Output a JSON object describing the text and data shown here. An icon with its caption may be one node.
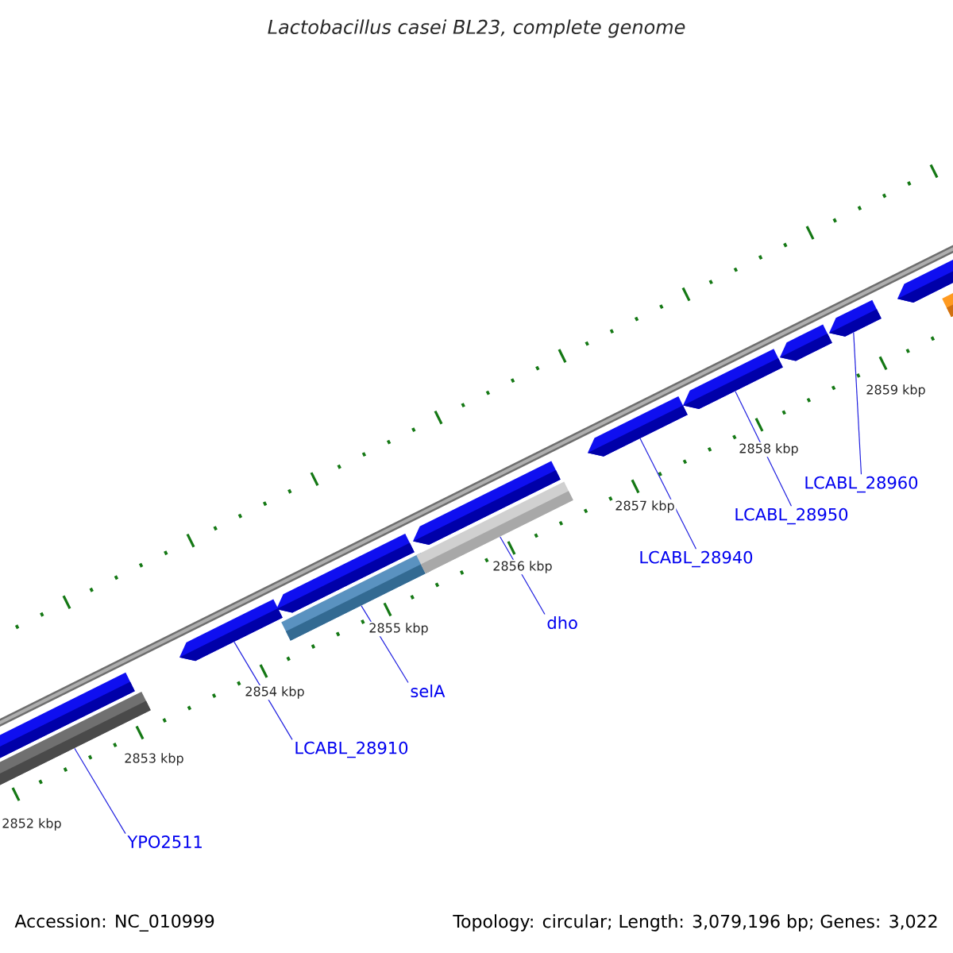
{
  "diagram": {
    "title": "Lactobacillus casei BL23, complete genome",
    "nodes": [
      {
        "text": [],
        "shape": "bar"
      },
      {
        "text": [],
        "shape": "bar"
      },
      {
        "text": [],
        "shape": "arrow"
      },
      {
        "text": [],
        "shape": "arrow"
      },
      {
        "text": [],
        "shape": "bar"
      },
      {
        "text": [],
        "shape": "arrow"
      },
      {
        "text": [],
        "shape": "bar"
      },
      {
        "text": [],
        "shape": "arrow"
      },
      {
        "text": [],
        "shape": "arrow"
      },
      {
        "text": [],
        "shape": "arrow"
      },
      {
        "text": [],
        "shape": "arrow"
      },
      {
        "text": [],
        "shape": "arrow"
      },
      {
        "text": [],
        "shape": "bar"
      },
      {
        "text": [
          "YPO2511"
        ]
      },
      {
        "text": [
          "LCABL_28910"
        ]
      },
      {
        "text": [
          "selA"
        ]
      },
      {
        "text": [
          "dho"
        ]
      },
      {
        "text": [
          "LCABL_28940"
        ]
      },
      {
        "text": [
          "LCABL_28950"
        ]
      },
      {
        "text": [
          "LCABL_28960"
        ]
      }
    ],
    "edges": [
      {
        "from": 13,
        "to": 1,
        "arrow": "none"
      },
      {
        "from": 14,
        "to": 2,
        "arrow": "none"
      },
      {
        "from": 15,
        "to": 4,
        "arrow": "none"
      },
      {
        "from": 16,
        "to": 6,
        "arrow": "none"
      },
      {
        "from": 17,
        "to": 7,
        "arrow": "none"
      },
      {
        "from": 18,
        "to": 8,
        "arrow": "none"
      },
      {
        "from": 19,
        "to": 10,
        "arrow": "none"
      }
    ],
    "labels": [
      "2852 kbp",
      "2853 kbp",
      "2854 kbp",
      "2855 kbp",
      "2856 kbp",
      "2857 kbp",
      "2858 kbp",
      "2859 kbp",
      "Accession: NC_010999",
      "Topology: circular; Length: 3,079,196 bp; Genes: 3,022"
    ]
  }
}
